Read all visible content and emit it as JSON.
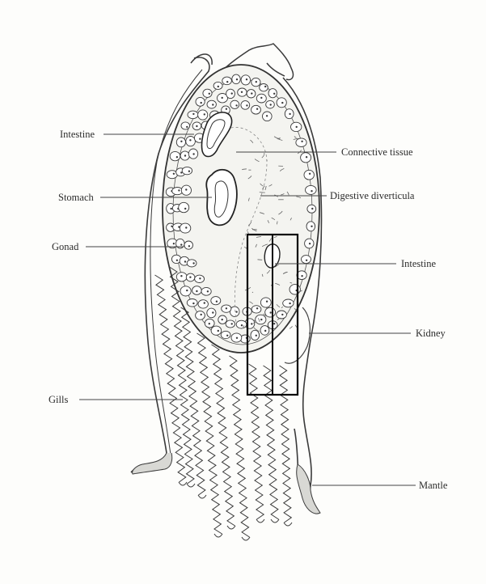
{
  "figure": {
    "ink_color": "#3a3a3a",
    "paper_color": "#fdfdfb",
    "labels": {
      "intestine_left": "Intestine",
      "connective_tissue": "Connective tissue",
      "stomach": "Stomach",
      "digestive_diverticula": "Digestive diverticula",
      "gonad": "Gonad",
      "intestine_right": "Intestine",
      "kidney": "Kidney",
      "gills": "Gills",
      "mantle": "Mantle"
    }
  }
}
